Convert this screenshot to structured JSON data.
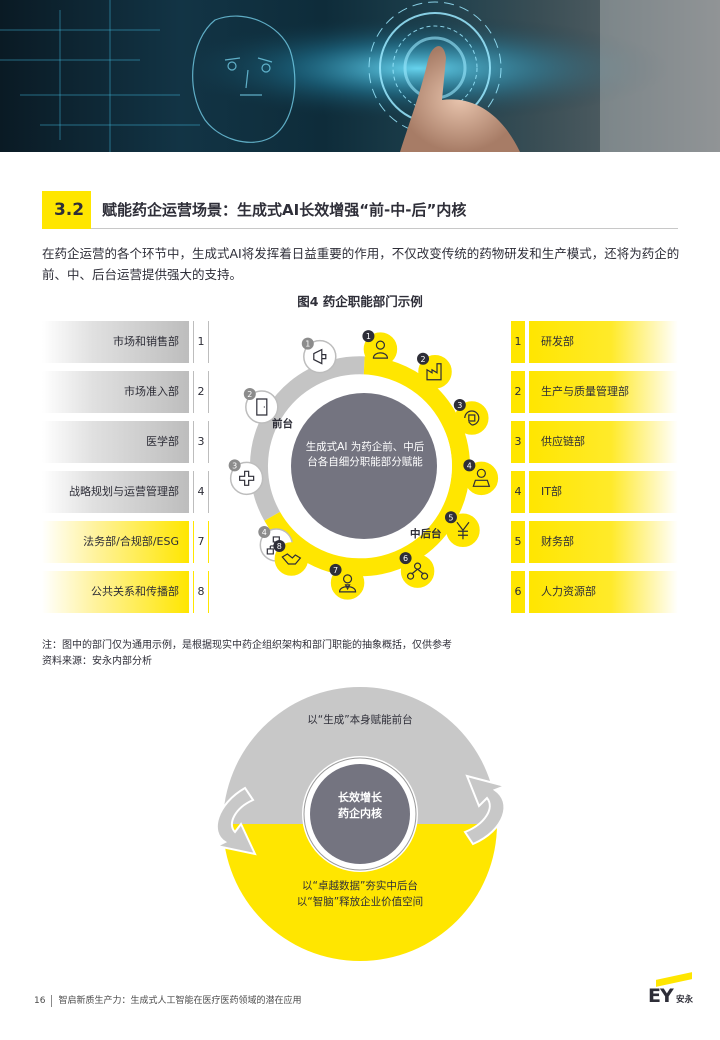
{
  "section": {
    "number": "3.2",
    "title": "赋能药企运营场景：生成式AI长效增强“前-中-后”内核"
  },
  "intro": "在药企运营的各个环节中，生成式AI将发挥着日益重要的作用，不仅改变传统的药物研发和生产模式，还将为药企的前、中、后台运营提供强大的支持。",
  "figure": {
    "title": "图4  药企职能部门示例",
    "core_text": "生成式AI 为药企前、中后台各自细分职能部分赋能",
    "front_label": "前台",
    "back_label": "中后台",
    "left_departments": [
      {
        "num": "1",
        "name": "市场和销售部",
        "tone": "gray"
      },
      {
        "num": "2",
        "name": "市场准入部",
        "tone": "gray"
      },
      {
        "num": "3",
        "name": "医学部",
        "tone": "gray"
      },
      {
        "num": "4",
        "name": "战略规划与运营管理部",
        "tone": "gray"
      },
      {
        "num": "7",
        "name": "法务部/合规部/ESG",
        "tone": "yellow"
      },
      {
        "num": "8",
        "name": "公共关系和传播部",
        "tone": "yellow"
      }
    ],
    "right_departments": [
      {
        "num": "1",
        "name": "研发部"
      },
      {
        "num": "2",
        "name": "生产与质量管理部"
      },
      {
        "num": "3",
        "name": "供应链部"
      },
      {
        "num": "4",
        "name": "IT部"
      },
      {
        "num": "5",
        "name": "财务部"
      },
      {
        "num": "6",
        "name": "人力资源部"
      }
    ],
    "gray_icons": [
      {
        "num": "1",
        "icon": "megaphone-icon"
      },
      {
        "num": "2",
        "icon": "door-icon"
      },
      {
        "num": "3",
        "icon": "medical-cross-icon"
      },
      {
        "num": "4",
        "icon": "org-chart-icon"
      }
    ],
    "yellow_icons": [
      {
        "num": "1",
        "icon": "researcher-icon"
      },
      {
        "num": "2",
        "icon": "factory-icon"
      },
      {
        "num": "3",
        "icon": "supply-cycle-icon"
      },
      {
        "num": "4",
        "icon": "it-person-icon"
      },
      {
        "num": "5",
        "icon": "yen-icon"
      },
      {
        "num": "6",
        "icon": "people-network-icon"
      },
      {
        "num": "7",
        "icon": "legal-person-icon"
      },
      {
        "num": "8",
        "icon": "handshake-icon"
      }
    ]
  },
  "note": {
    "line1": "注：图中的部门仅为通用示例，是根据现实中药企组织架构和部门职能的抽象概括，仅供参考",
    "line2": "资料来源：安永内部分析"
  },
  "cycle": {
    "top_text": "以“生成”本身赋能前台",
    "core_line1": "长效增长",
    "core_line2": "药企内核",
    "bottom_line1": "以“卓越数据”夯实中后台",
    "bottom_line2": "以“智脑”释放企业价值空间"
  },
  "footer": {
    "page": "16",
    "title": "智启新质生产力：生成式人工智能在医疗医药领域的潜在应用",
    "logo_text": "EY",
    "logo_cn": "安永"
  },
  "colors": {
    "yellow": "#ffe600",
    "gray": "#bdbdbd",
    "dark": "#2e2e38",
    "core": "#747480"
  }
}
